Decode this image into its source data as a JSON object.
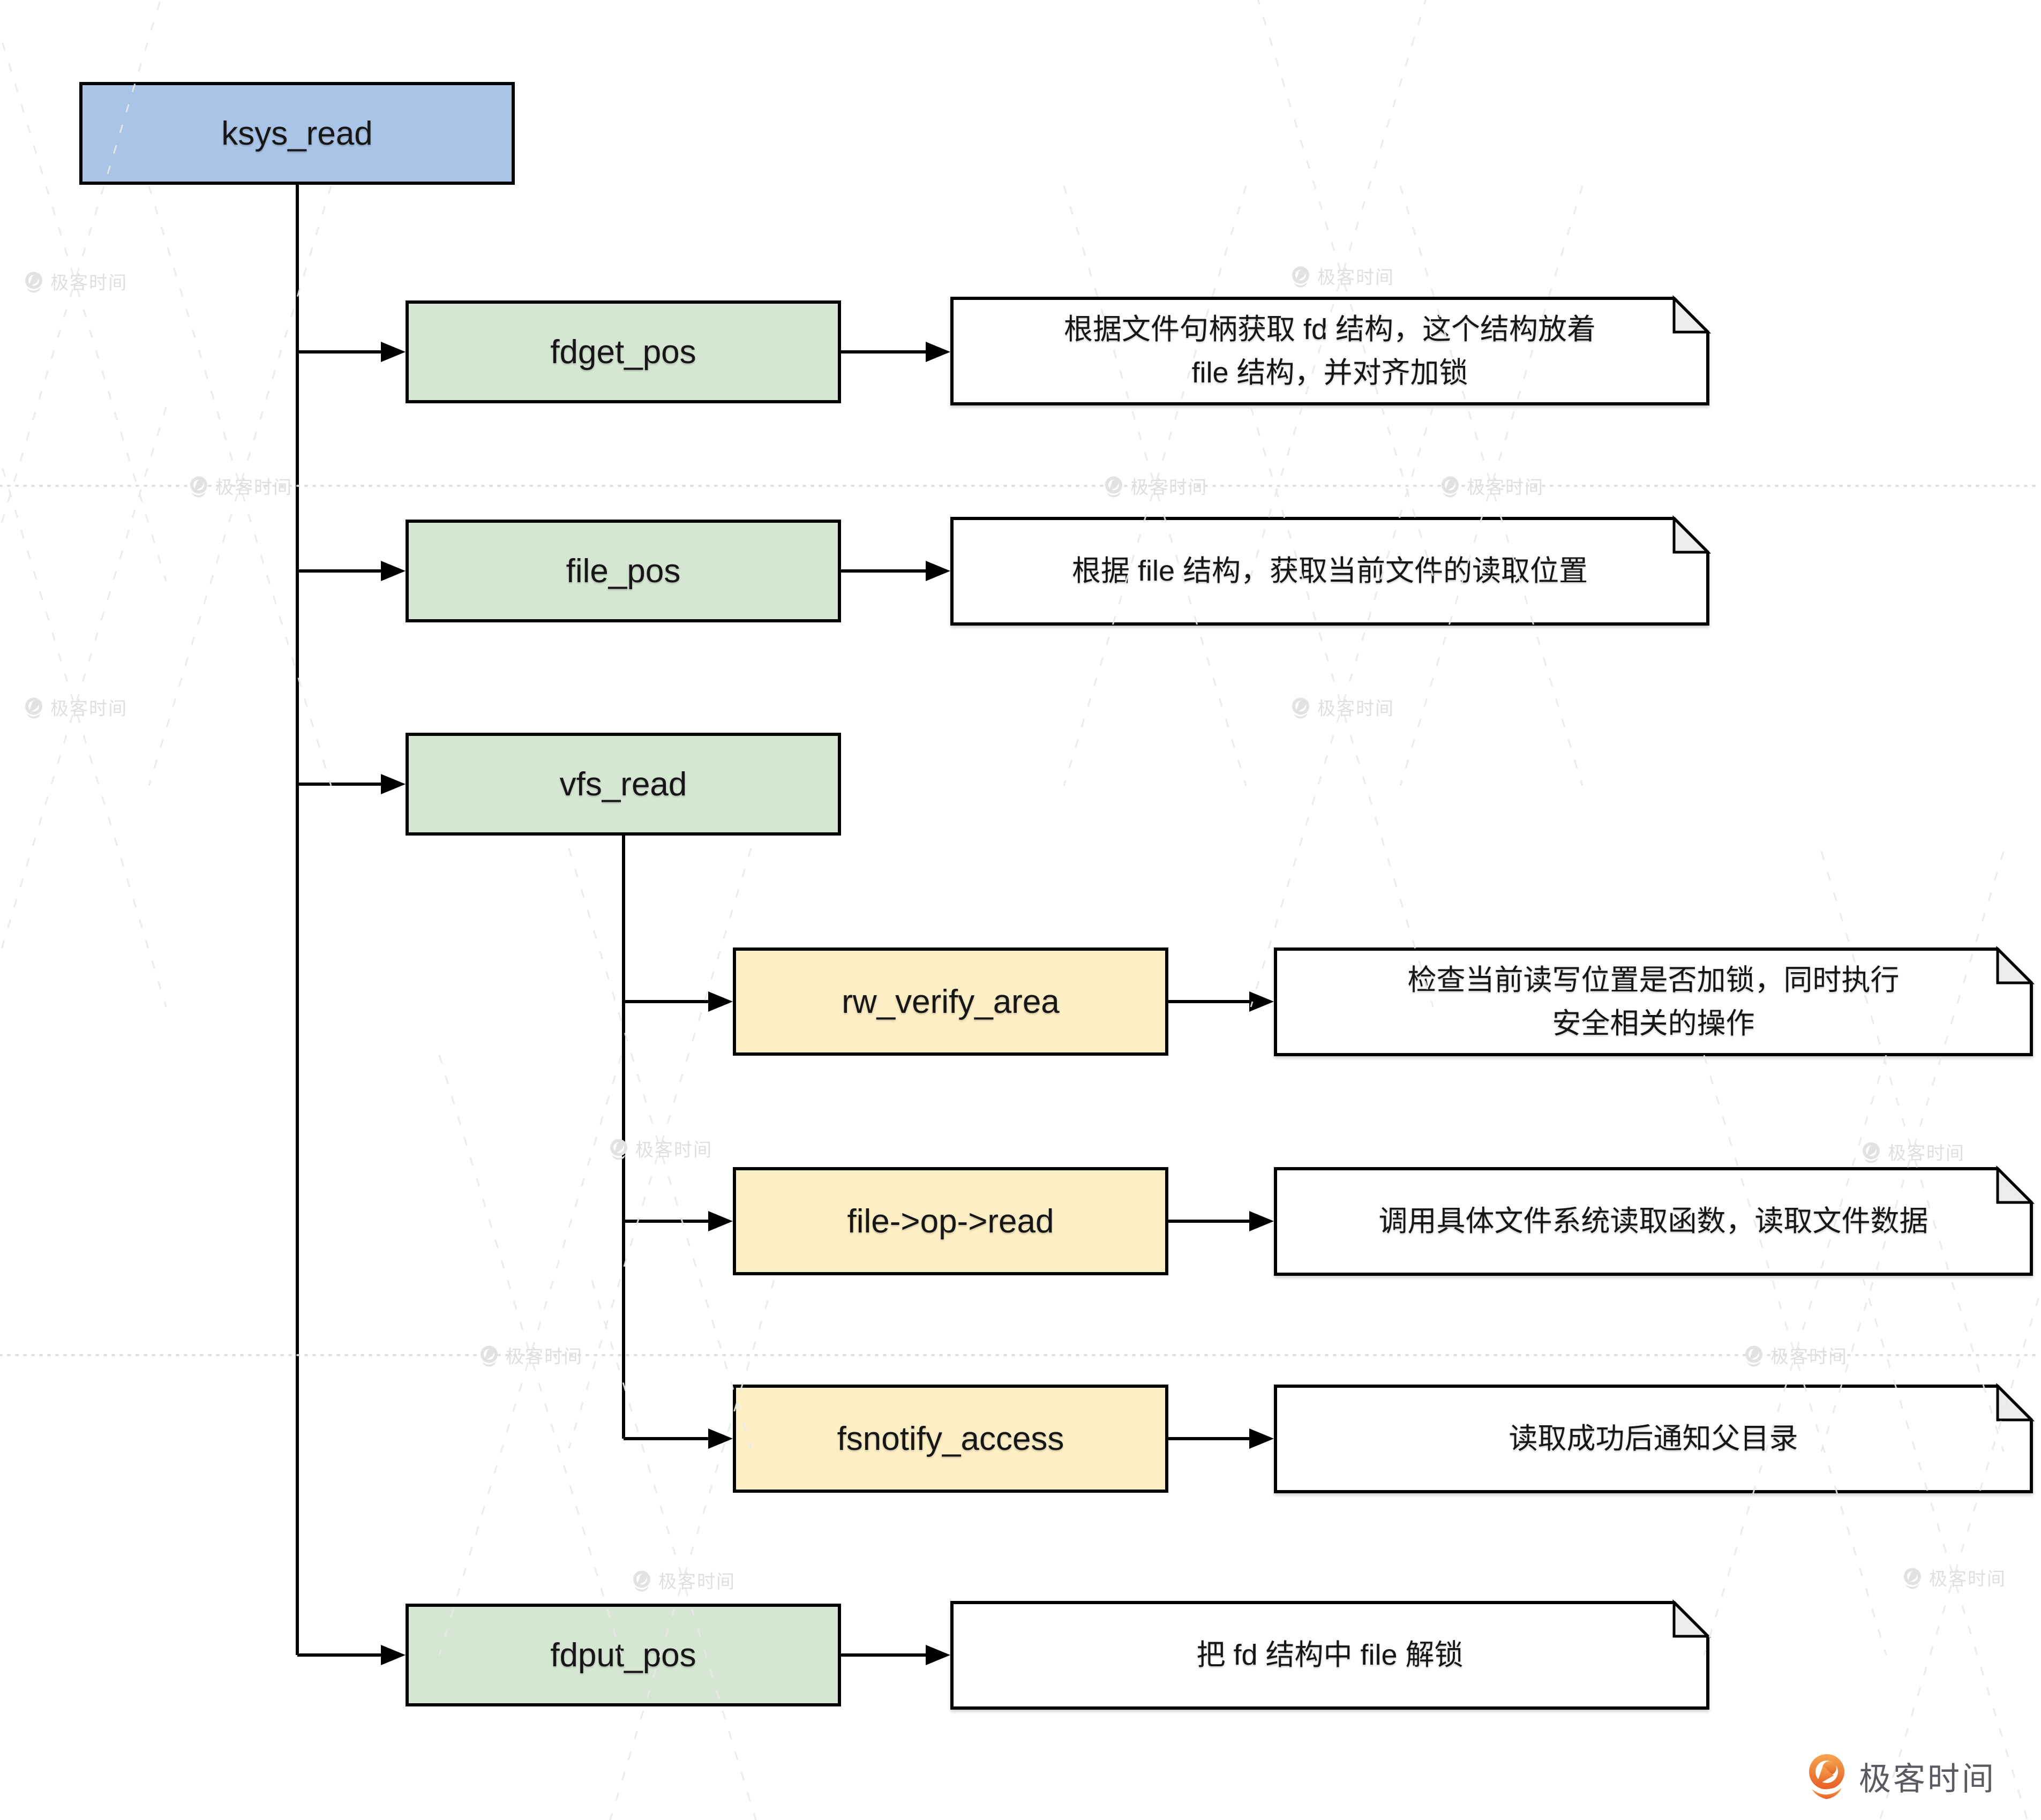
{
  "diagram": {
    "root": {
      "label": "ksys_read"
    },
    "steps": [
      {
        "label": "fdget_pos",
        "note": "根据文件句柄获取 fd 结构，这个结构放着\nfile 结构，并对齐加锁"
      },
      {
        "label": "file_pos",
        "note": "根据 file 结构，获取当前文件的读取位置"
      },
      {
        "label": "vfs_read"
      },
      {
        "label": "fdput_pos",
        "note": "把 fd 结构中 file 解锁"
      }
    ],
    "vfs_children": [
      {
        "label": "rw_verify_area",
        "note": "检查当前读写位置是否加锁，同时执行\n安全相关的操作"
      },
      {
        "label": "file->op->read",
        "note": "调用具体文件系统读取函数，读取文件数据"
      },
      {
        "label": "fsnotify_access",
        "note": "读取成功后通知父目录"
      }
    ],
    "colors": {
      "root_fill": "#a9c4e6",
      "step_fill": "#d5e7d2",
      "child_fill": "#fceec5",
      "note_fill": "#ffffff",
      "border": "#000000"
    }
  },
  "watermark": {
    "text": "极客时间"
  },
  "brand": {
    "logo_text": "极客时间",
    "logo_color": "#e8672a"
  }
}
